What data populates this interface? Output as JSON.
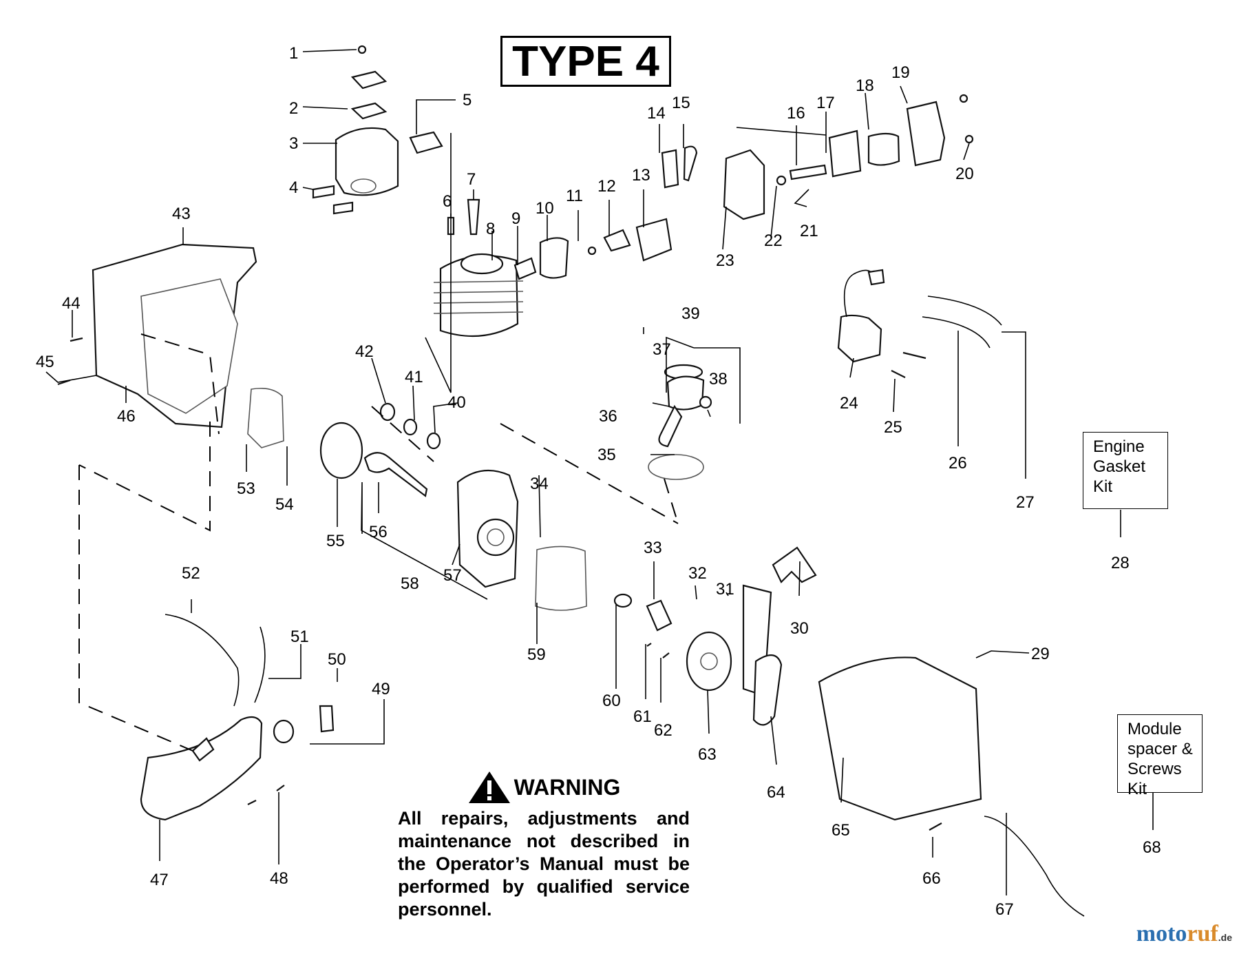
{
  "title": "TYPE 4",
  "callouts": [
    "1",
    "2",
    "3",
    "4",
    "5",
    "6",
    "7",
    "8",
    "9",
    "10",
    "11",
    "12",
    "13",
    "14",
    "15",
    "16",
    "17",
    "18",
    "19",
    "20",
    "21",
    "22",
    "23",
    "24",
    "25",
    "26",
    "27",
    "28",
    "29",
    "30",
    "31",
    "32",
    "33",
    "34",
    "35",
    "36",
    "37",
    "38",
    "39",
    "40",
    "41",
    "42",
    "43",
    "44",
    "45",
    "46",
    "47",
    "48",
    "49",
    "50",
    "51",
    "52",
    "53",
    "54",
    "55",
    "56",
    "57",
    "58",
    "59",
    "60",
    "61",
    "62",
    "63",
    "64",
    "65",
    "66",
    "67",
    "68"
  ],
  "kits": {
    "engine_gasket": [
      "Engine",
      "Gasket",
      "Kit"
    ],
    "module_spacer": [
      "Module",
      "spacer &",
      "Screws",
      "Kit"
    ]
  },
  "warning": {
    "heading": "WARNING",
    "text": "All repairs, adjustments and maintenance not described in the Operator’s Manual must be performed by qualified service personnel."
  },
  "brand": {
    "part1": "moto",
    "part2": "ruf",
    "suffix": ".de"
  }
}
